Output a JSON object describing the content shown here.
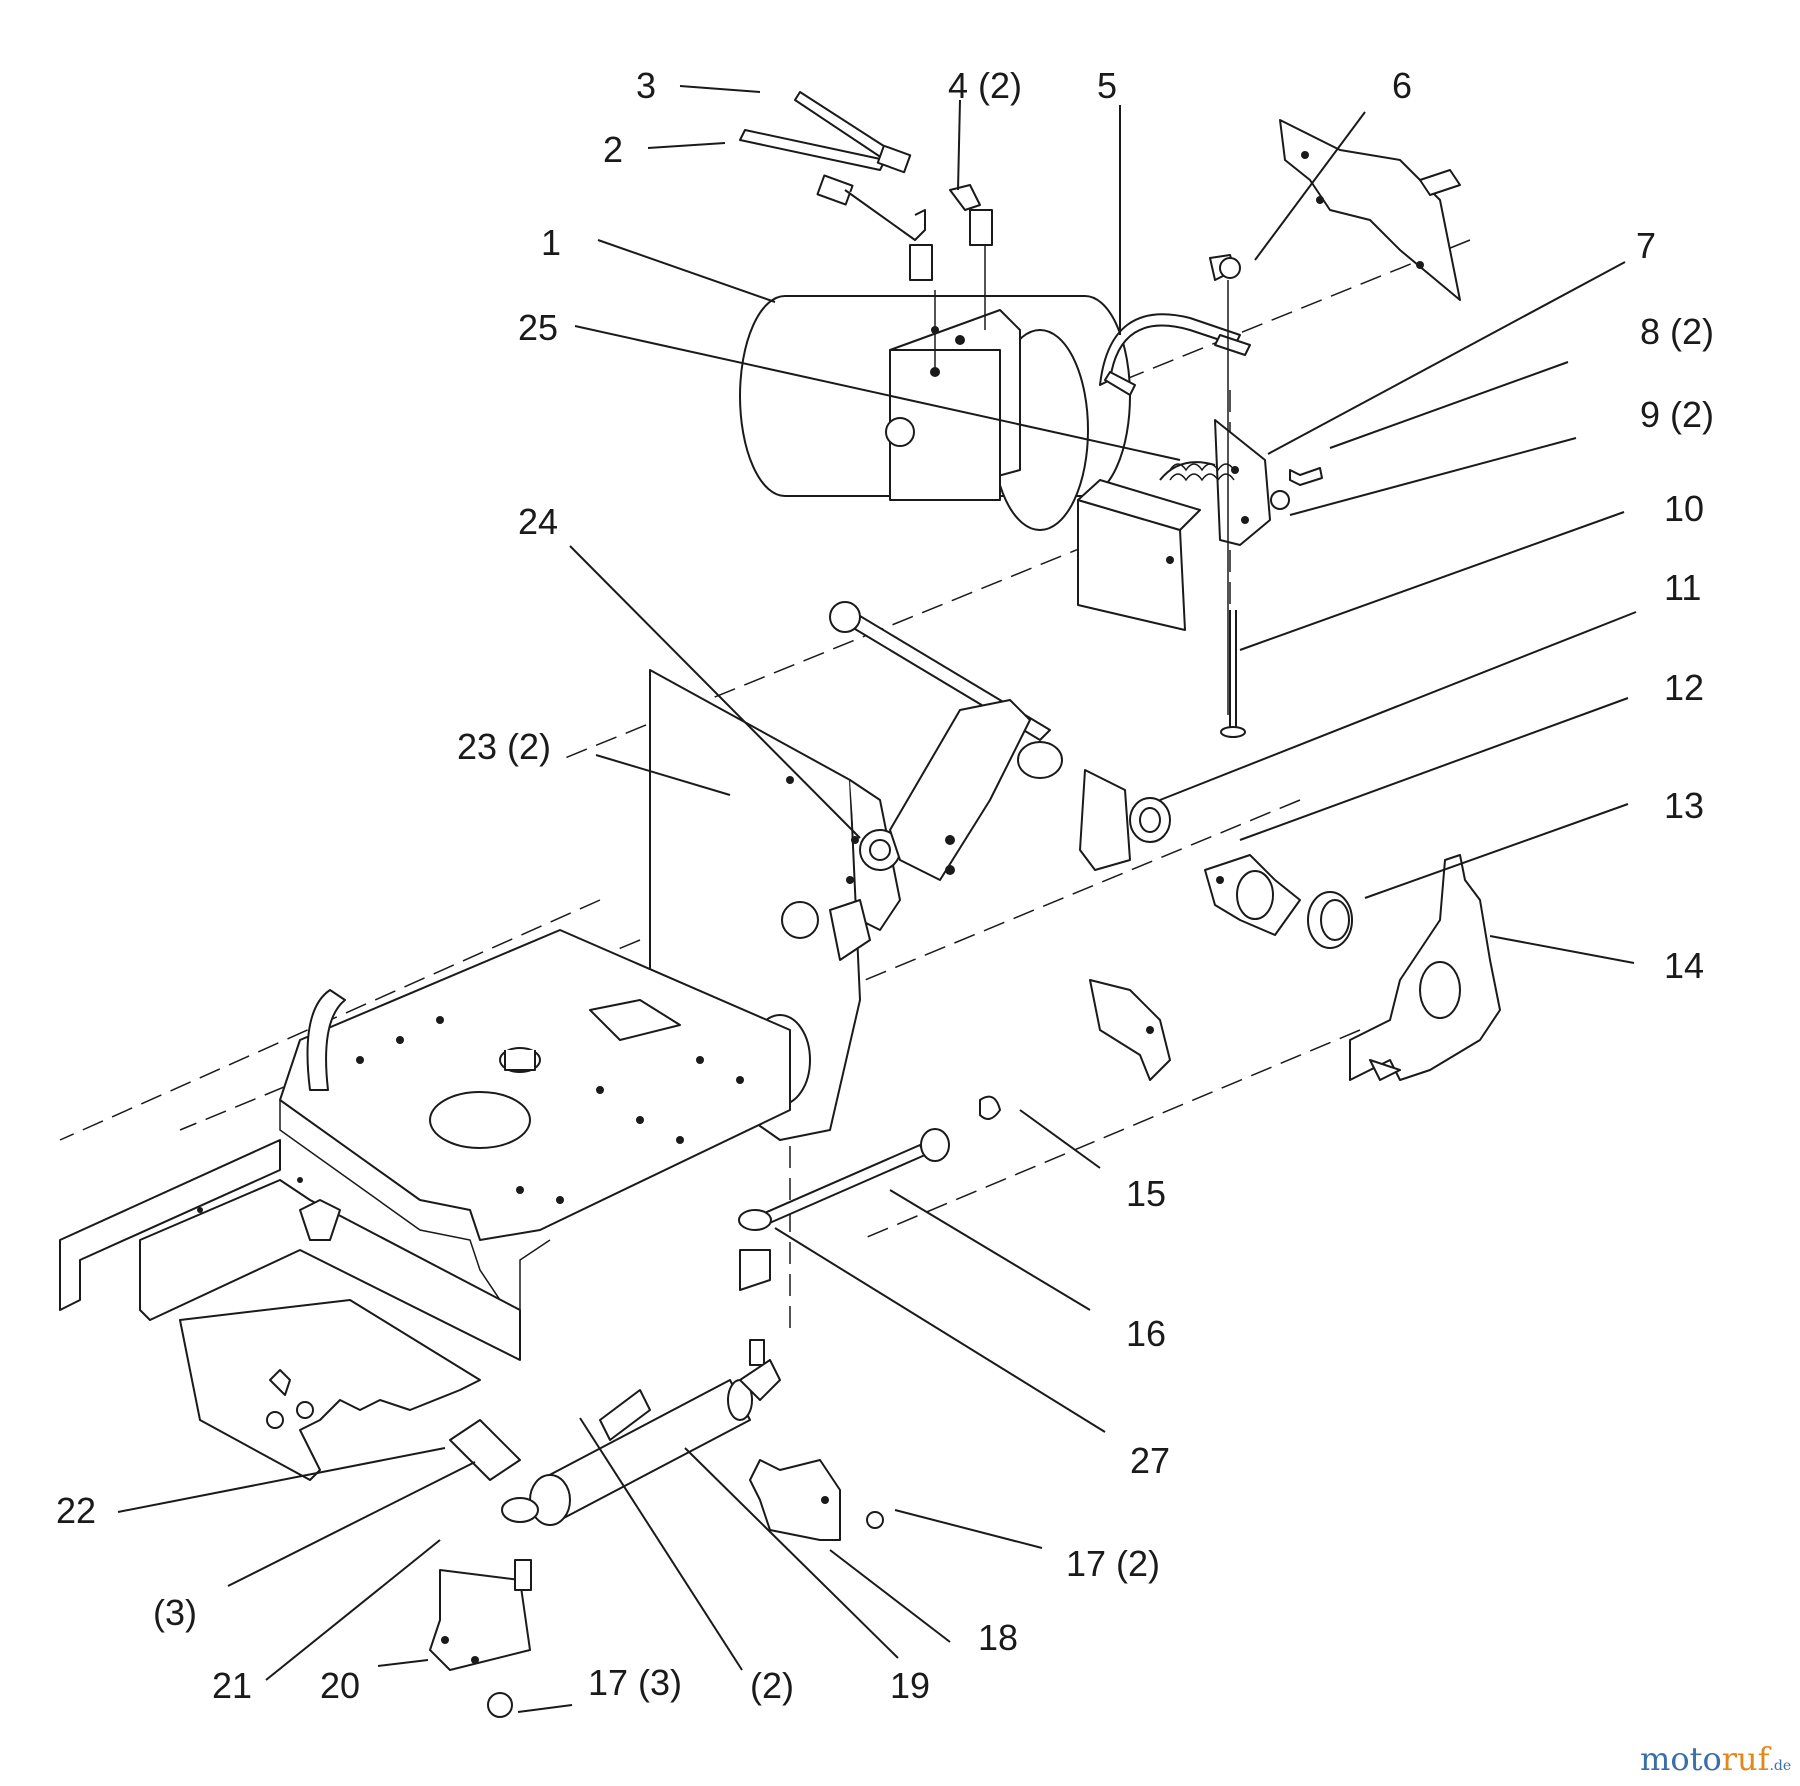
{
  "callouts": [
    {
      "id": "c3",
      "text": "3"
    },
    {
      "id": "c4",
      "text": "4 (2)"
    },
    {
      "id": "c5",
      "text": "5"
    },
    {
      "id": "c6",
      "text": "6"
    },
    {
      "id": "c2",
      "text": "2"
    },
    {
      "id": "c1",
      "text": "1"
    },
    {
      "id": "c7",
      "text": "7"
    },
    {
      "id": "c8",
      "text": "8 (2)"
    },
    {
      "id": "c25",
      "text": "25"
    },
    {
      "id": "c9",
      "text": "9 (2)"
    },
    {
      "id": "c10",
      "text": "10"
    },
    {
      "id": "c24",
      "text": "24"
    },
    {
      "id": "c11",
      "text": "11"
    },
    {
      "id": "c12",
      "text": "12"
    },
    {
      "id": "c23",
      "text": "23 (2)"
    },
    {
      "id": "c13",
      "text": "13"
    },
    {
      "id": "c14",
      "text": "14"
    },
    {
      "id": "c15",
      "text": "15"
    },
    {
      "id": "c16",
      "text": "16"
    },
    {
      "id": "c27",
      "text": "27"
    },
    {
      "id": "c22",
      "text": "22"
    },
    {
      "id": "c17b",
      "text": "17 (2)"
    },
    {
      "id": "c3b",
      "text": "(3)"
    },
    {
      "id": "c18",
      "text": "18"
    },
    {
      "id": "c21",
      "text": "21"
    },
    {
      "id": "c20",
      "text": "20"
    },
    {
      "id": "c17a",
      "text": "17 (3)"
    },
    {
      "id": "c2b",
      "text": "(2)"
    },
    {
      "id": "c19",
      "text": "19"
    }
  ],
  "watermark": {
    "text_part1": "moto",
    "text_part2": "ruf",
    "suffix": ".de",
    "color1": "#3b6fa8",
    "color2": "#e08a1e"
  }
}
